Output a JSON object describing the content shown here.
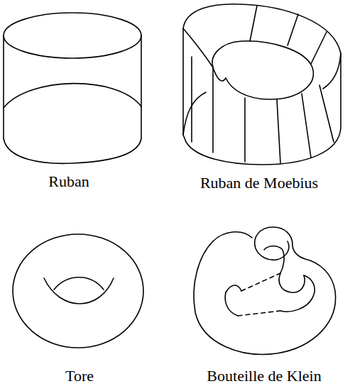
{
  "diagram": {
    "labels": [
      "Ruban",
      "Ruban de Moebius",
      "Tore",
      "Bouteille de Klein"
    ]
  }
}
